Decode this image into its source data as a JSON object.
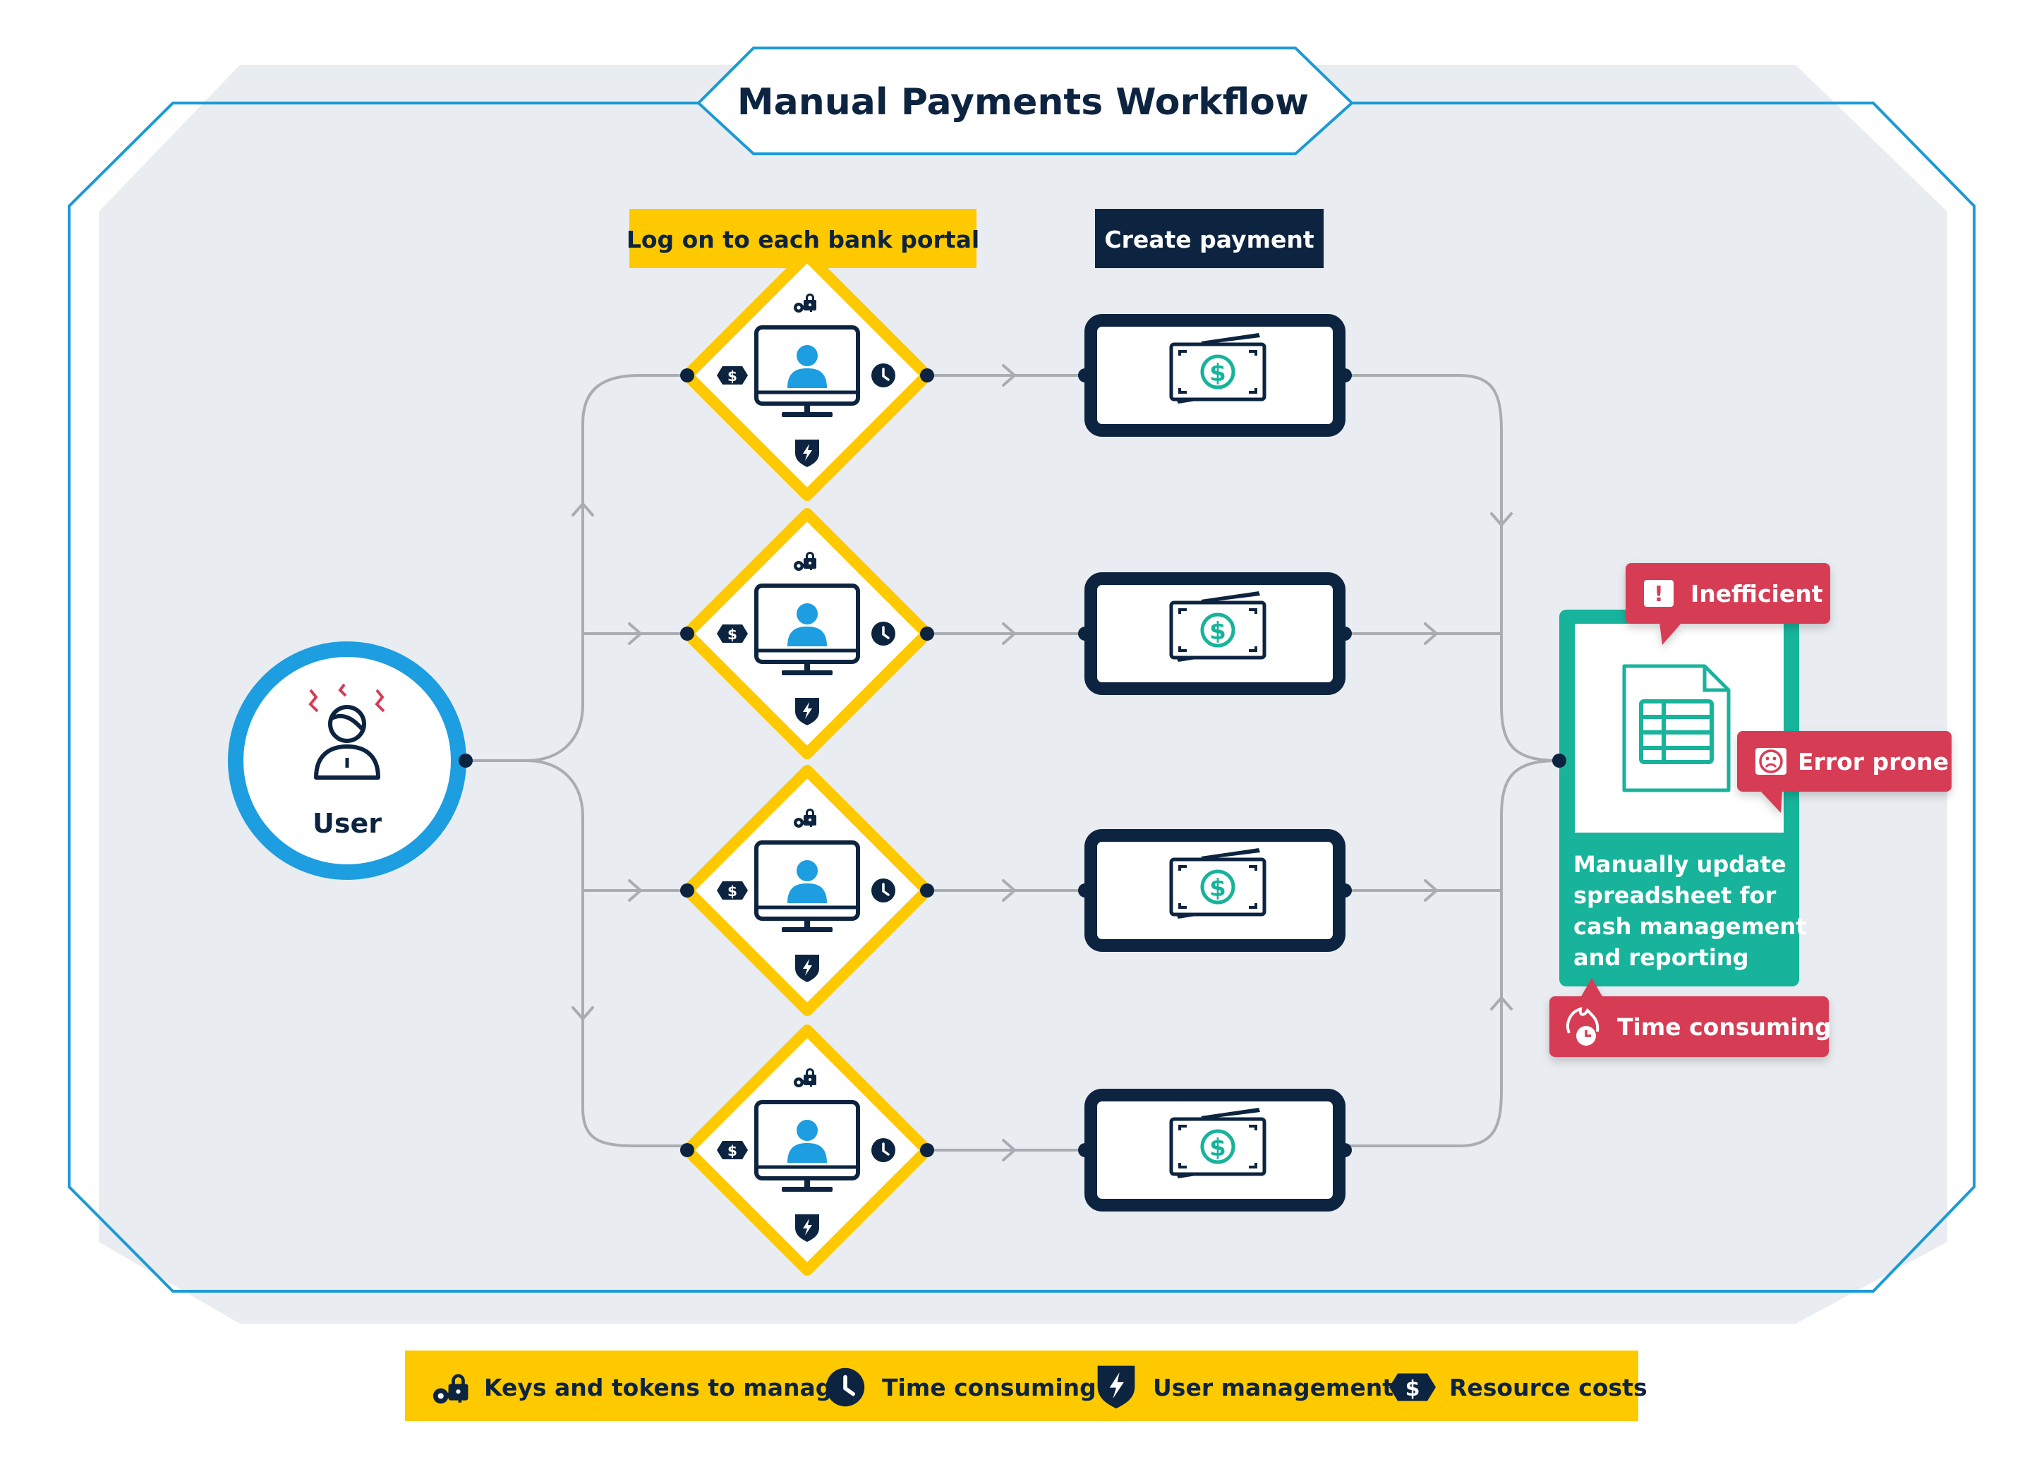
{
  "title": "Manual Payments Workflow",
  "user_label": "User",
  "step_labels": {
    "logon": "Log on to each bank portal",
    "create": "Create payment"
  },
  "spreadsheet_text": [
    "Manually update",
    "spreadsheet for",
    "cash management",
    "and reporting"
  ],
  "callouts": {
    "inefficient": "Inefficient",
    "error_prone": "Error prone",
    "time_consuming": "Time consuming"
  },
  "legend": {
    "keys": "Keys and tokens to manage",
    "time": "Time consuming",
    "user_mgmt": "User management",
    "resource": "Resource costs"
  },
  "colors": {
    "frame": "#1a9ad6",
    "panel": "#e9ecf1",
    "navy": "#0d2440",
    "yellow": "#ffc900",
    "teal": "#17b39b",
    "red": "#d63c55",
    "blue": "#1c9ee0",
    "line": "#a9adb3"
  }
}
